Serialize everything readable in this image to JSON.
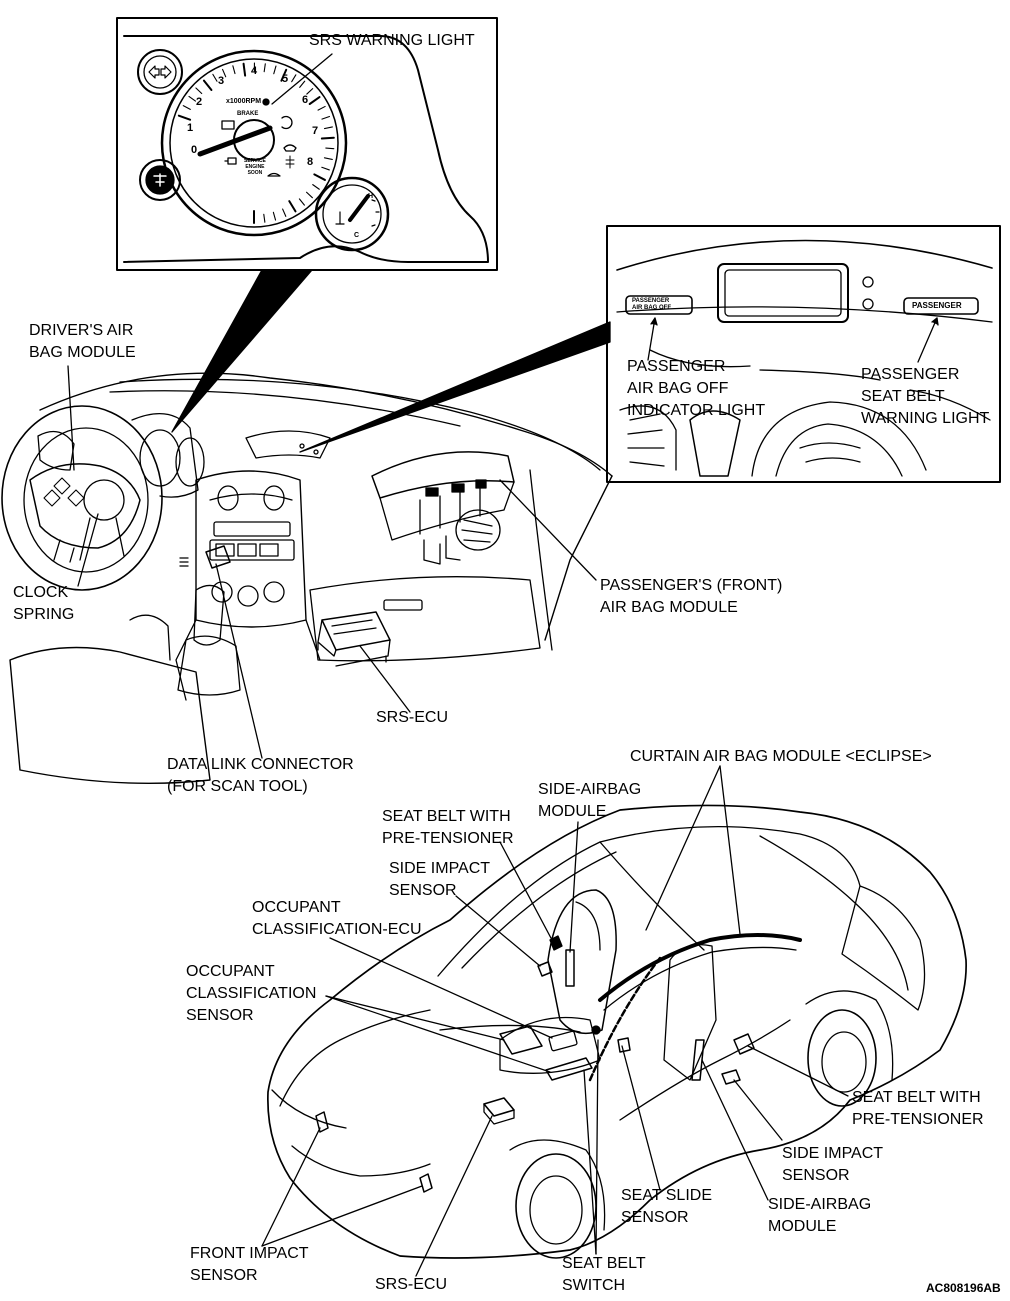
{
  "labels": {
    "srs_warning_light": "SRS WARNING LIGHT",
    "drivers_air_bag_module": [
      "DRIVER'S AIR",
      "BAG MODULE"
    ],
    "passenger_air_bag_off_indicator": [
      "PASSENGER",
      "AIR BAG OFF",
      "INDICATOR LIGHT"
    ],
    "passenger_seat_belt_warning": [
      "PASSENGER",
      "SEAT BELT",
      "WARNING LIGHT"
    ],
    "clock_spring": [
      "CLOCK",
      "SPRING"
    ],
    "passengers_front_air_bag_module": [
      "PASSENGER'S (FRONT)",
      "AIR BAG MODULE"
    ],
    "srs_ecu_top": "SRS-ECU",
    "data_link_connector": [
      "DATA LINK CONNECTOR",
      "(FOR SCAN TOOL)"
    ],
    "curtain_air_bag_module": "CURTAIN AIR BAG MODULE <ECLIPSE>",
    "side_airbag_module_top": [
      "SIDE-AIRBAG",
      "MODULE"
    ],
    "seat_belt_pretensioner_left": [
      "SEAT BELT WITH",
      "PRE-TENSIONER"
    ],
    "side_impact_sensor_left": [
      "SIDE IMPACT",
      "SENSOR"
    ],
    "occupant_classification_ecu": [
      "OCCUPANT",
      "CLASSIFICATION-ECU"
    ],
    "occupant_classification_sensor": [
      "OCCUPANT",
      "CLASSIFICATION",
      "SENSOR"
    ],
    "seat_belt_pretensioner_right": [
      "SEAT BELT WITH",
      "PRE-TENSIONER"
    ],
    "side_impact_sensor_right": [
      "SIDE IMPACT",
      "SENSOR"
    ],
    "seat_slide_sensor": [
      "SEAT SLIDE",
      "SENSOR"
    ],
    "side_airbag_module_bottom": [
      "SIDE-AIRBAG",
      "MODULE"
    ],
    "front_impact_sensor": [
      "FRONT IMPACT",
      "SENSOR"
    ],
    "srs_ecu_bottom": "SRS-ECU",
    "seat_belt_switch": [
      "SEAT BELT",
      "SWITCH"
    ],
    "figure_ref": "AC808196AB"
  },
  "gauge": {
    "tach_numbers": [
      "0",
      "1",
      "2",
      "3",
      "4",
      "5",
      "6",
      "7",
      "8"
    ],
    "tach_unit": "x1000RPM",
    "brake": "BRAKE",
    "service": [
      "SERVICE",
      "ENGINE",
      "SOON"
    ],
    "temp_h": "H",
    "temp_c": "C"
  },
  "inset_badges": {
    "off_badge": [
      "PASSENGER",
      "AIR BAG OFF"
    ],
    "passenger_badge": "PASSENGER"
  }
}
